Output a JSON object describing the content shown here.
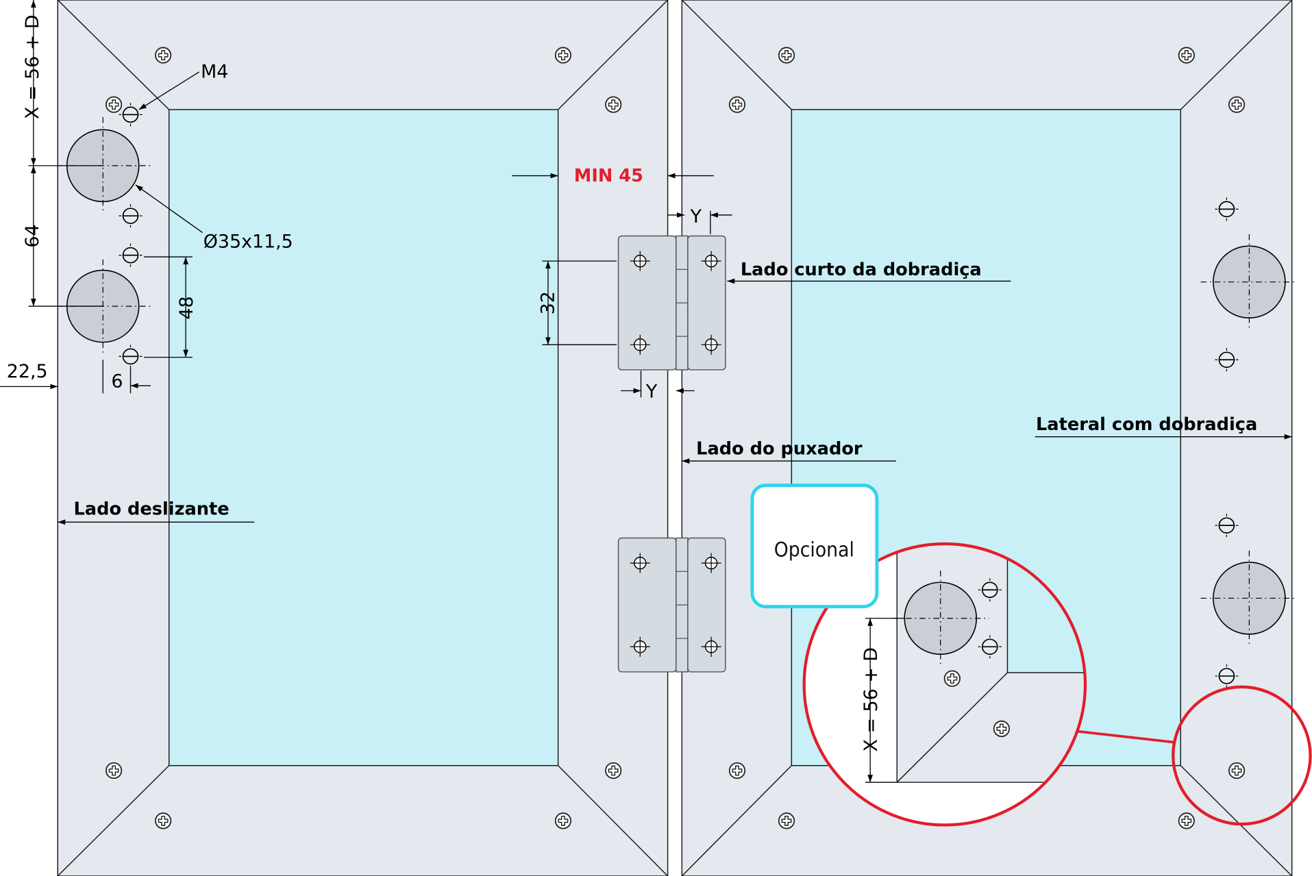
{
  "labels": {
    "m4": "M4",
    "cup_diameter": "Ø35x11,5",
    "x_formula": "X = 56 + D",
    "dim_64": "64",
    "dim_48": "48",
    "dim_22_5": "22,5",
    "dim_6": "6",
    "dim_32": "32",
    "dim_y": "Y",
    "min_45": "MIN 45",
    "lado_curto": "Lado curto da dobradiça",
    "lado_puxador": "Lado do puxador",
    "lado_deslizante": "Lado deslizante",
    "lateral_dobradica": "Lateral com dobradiça",
    "opcional": "Opcional"
  },
  "colors": {
    "frame": "#e3e9ee",
    "glass": "#c9f0f6",
    "accent_red": "#e31d2b",
    "callout_cyan": "#2fd4ee"
  },
  "icons": {
    "screw": "phillips-screw-icon",
    "hole": "mounting-hole-icon"
  }
}
